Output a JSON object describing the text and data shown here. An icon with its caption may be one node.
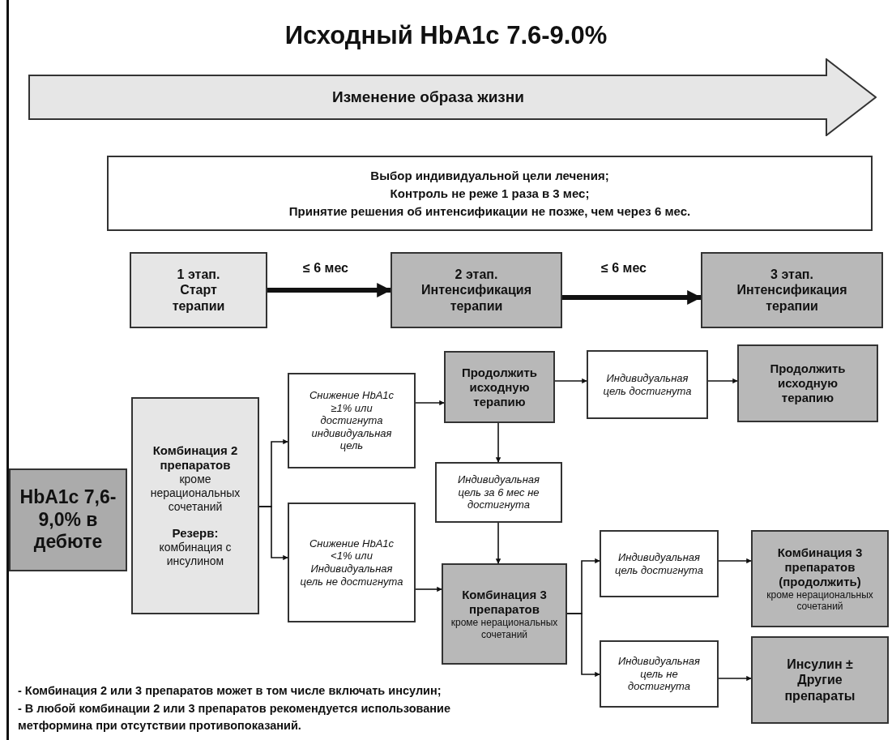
{
  "diagram": {
    "title": "Исходный HbA1c 7.6-9.0%",
    "nodes": [
      {
        "text": [
          "Изменение образа жизни"
        ]
      },
      {
        "text": [
          "Выбор индивидуальной цели лечения;",
          "Контроль не реже 1 раза в 3 мес;",
          "Принятие решения об интенсификации не позже, чем через 6 мес."
        ]
      },
      {
        "text": [
          "1 этап.",
          "Старт терапии"
        ]
      },
      {
        "text": [
          "2 этап.",
          "Интенсификация терапии"
        ]
      },
      {
        "text": [
          "3 этап.",
          "Интенсификация терапии"
        ]
      },
      {
        "text": [
          "HbA1c 7,6-9,0% в дебюте"
        ]
      },
      {
        "text": [
          "Комбинация 2 препаратов",
          "кроме нерациональных сочетаний",
          "Резерв:",
          "комбинация с инсулином"
        ]
      },
      {
        "text": [
          "Снижение HbA1c ≥1% или достигнута индивидуальная цель"
        ]
      },
      {
        "text": [
          "Снижение HbA1c <1% или Индивидуальная цель не достигнута"
        ]
      },
      {
        "text": [
          "Продолжить исходную терапию"
        ]
      },
      {
        "text": [
          "Индивидуальная цель достигнута"
        ]
      },
      {
        "text": [
          "Продолжить исходную терапию"
        ]
      },
      {
        "text": [
          "Индивидуальная цель за 6 мес не достигнута"
        ]
      },
      {
        "text": [
          "Комбинация 3 препаратов",
          "кроме нерациональных сочетаний"
        ]
      },
      {
        "text": [
          "Индивидуальная цель достигнута"
        ]
      },
      {
        "text": [
          "Комбинация 3 препаратов (продолжить)",
          "кроме нерациональных сочетаний"
        ]
      },
      {
        "text": [
          "Индивидуальная цель не достигнута"
        ]
      },
      {
        "text": [
          "Инсулин ± Другие препараты"
        ]
      }
    ],
    "edges": [
      {
        "from": 2,
        "to": 3,
        "arrow": "to",
        "label": "≤ 6 мес",
        "style": "thick"
      },
      {
        "from": 3,
        "to": 4,
        "arrow": "to",
        "label": "≤ 6 мес",
        "style": "thick"
      },
      {
        "from": 6,
        "to": 7,
        "arrow": "to"
      },
      {
        "from": 6,
        "to": 8,
        "arrow": "to"
      },
      {
        "from": 7,
        "to": 9,
        "arrow": "to"
      },
      {
        "from": 8,
        "to": 13,
        "arrow": "to"
      },
      {
        "from": 9,
        "to": 10,
        "arrow": "to"
      },
      {
        "from": 10,
        "to": 11,
        "arrow": "to"
      },
      {
        "from": 9,
        "to": 12,
        "arrow": "to"
      },
      {
        "from": 12,
        "to": 13,
        "arrow": "to"
      },
      {
        "from": 13,
        "to": 14,
        "arrow": "to"
      },
      {
        "from": 13,
        "to": 16,
        "arrow": "to"
      },
      {
        "from": 14,
        "to": 15,
        "arrow": "to"
      },
      {
        "from": 16,
        "to": 17,
        "arrow": "to"
      }
    ],
    "labels": [
      "- Комбинация 2 или 3 препаратов может в том числе включать инсулин;",
      "- В любой комбинации 2 или 3 препаратов рекомендуется использование метформина при отсутствии противопоказаний."
    ]
  }
}
